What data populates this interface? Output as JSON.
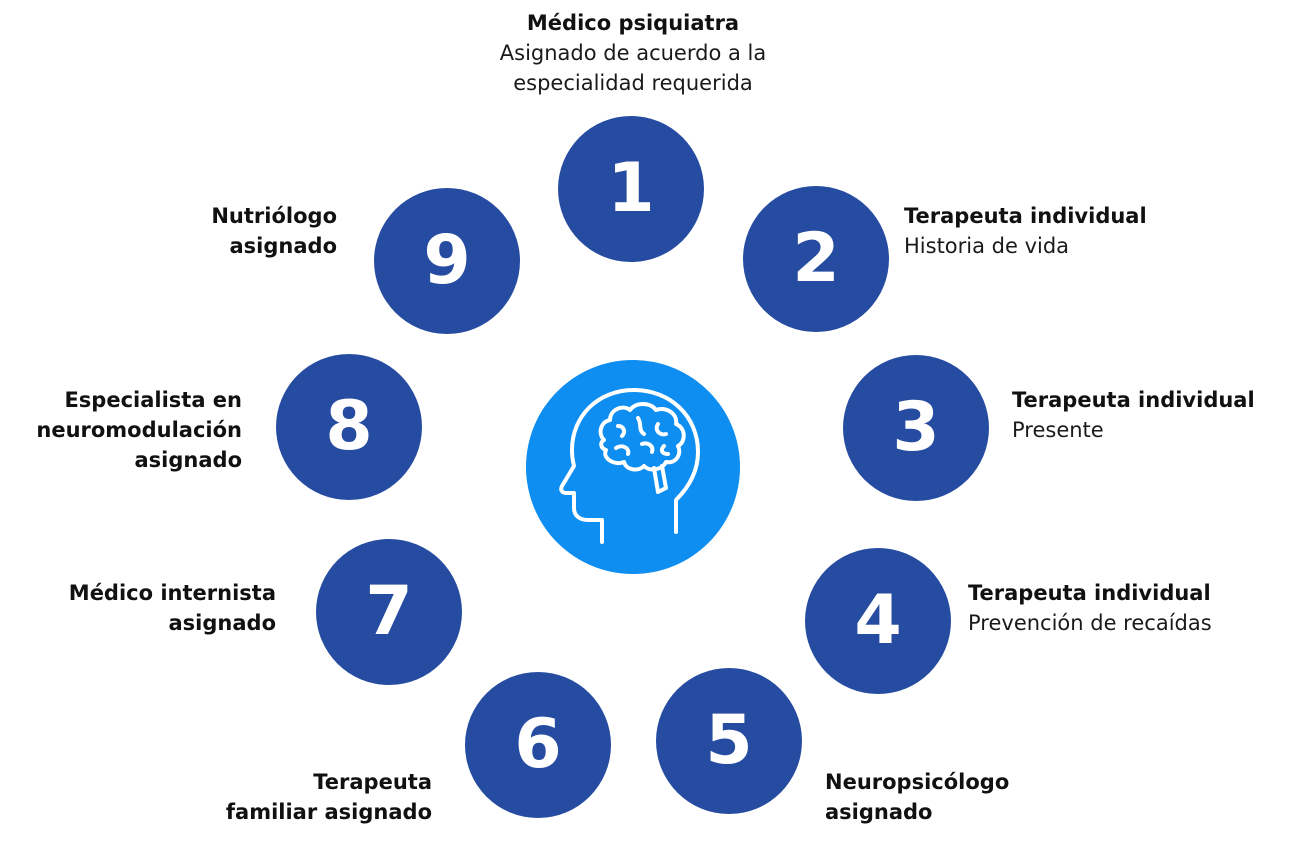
{
  "colors": {
    "node": "#264ca2",
    "center": "#0e8ef0",
    "text": "#111111"
  },
  "center_icon": "head-brain-icon",
  "nodes": [
    {
      "number": "1",
      "title": "Médico psiquiatra",
      "subtitle_lines": [
        "Asignado de acuerdo a la",
        "especialidad requerida"
      ]
    },
    {
      "number": "2",
      "title": "Terapeuta individual",
      "subtitle_lines": [
        "Historia de vida"
      ]
    },
    {
      "number": "3",
      "title": "Terapeuta individual",
      "subtitle_lines": [
        "Presente"
      ]
    },
    {
      "number": "4",
      "title": "Terapeuta individual",
      "subtitle_lines": [
        "Prevención de recaídas"
      ]
    },
    {
      "number": "5",
      "title_lines": [
        "Neuropsicólogo",
        "asignado"
      ]
    },
    {
      "number": "6",
      "title_lines": [
        "Terapeuta",
        "familiar asignado"
      ]
    },
    {
      "number": "7",
      "title_lines": [
        "Médico internista",
        "asignado"
      ]
    },
    {
      "number": "8",
      "title_lines": [
        "Especialista en",
        "neuromodulación",
        "asignado"
      ]
    },
    {
      "number": "9",
      "title_lines": [
        "Nutriólogo",
        "asignado"
      ]
    }
  ]
}
